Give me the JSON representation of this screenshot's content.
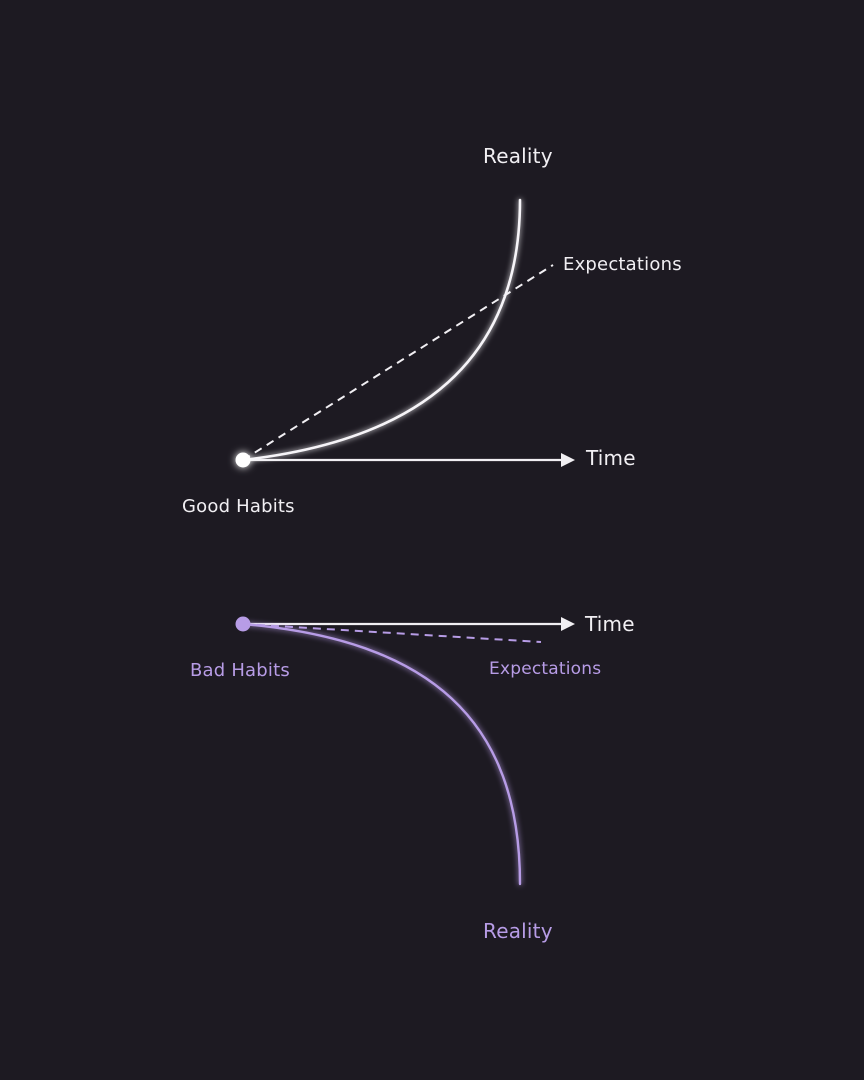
{
  "colors": {
    "background": "#1d1a22",
    "good": "#f1eff3",
    "bad": "#b79ce6"
  },
  "good_habits": {
    "start_label": "Good Habits",
    "axis_label": "Time",
    "expectations_label": "Expectations",
    "reality_label": "Reality"
  },
  "bad_habits": {
    "start_label": "Bad Habits",
    "axis_label": "Time",
    "expectations_label": "Expectations",
    "reality_label": "Reality"
  }
}
